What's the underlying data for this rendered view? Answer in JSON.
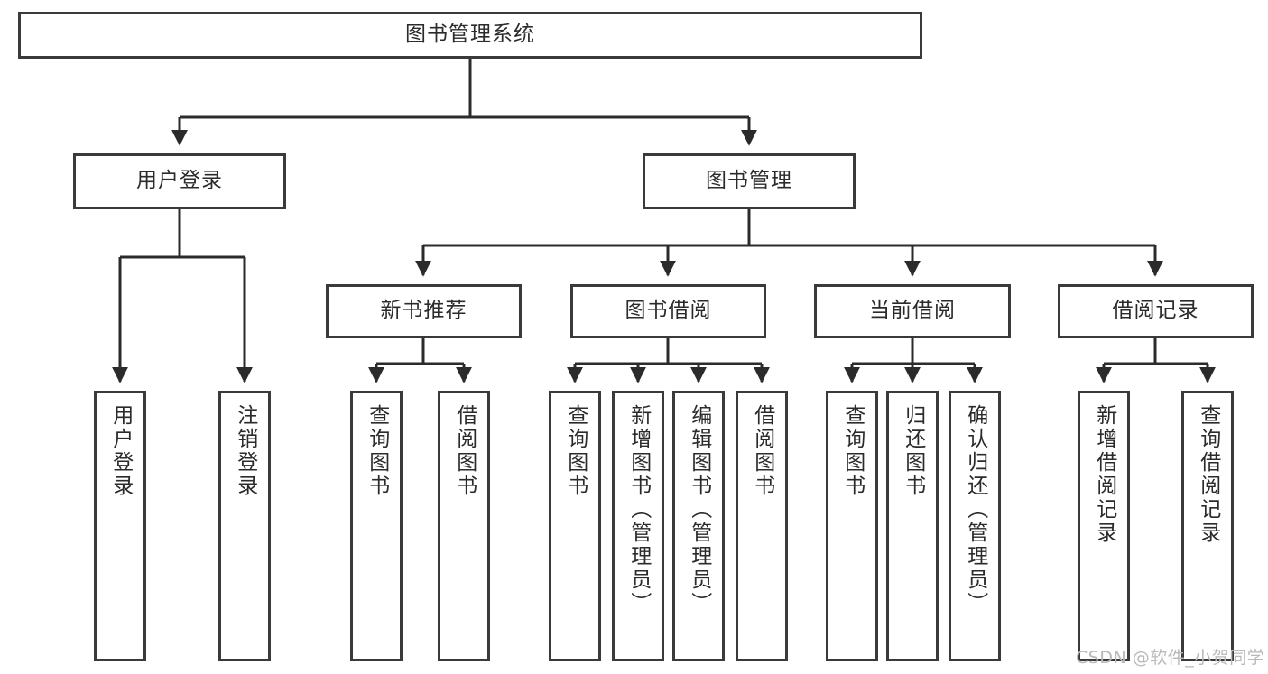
{
  "diagram": {
    "title": "图书管理系统",
    "watermark": "CSDN @软件_小贺同学",
    "colors": {
      "box_border": "#3a3a3a",
      "box_fill": "#ffffff",
      "connector": "#2b2b2b",
      "text": "#2b2b2b",
      "watermark": "#b9b9b9",
      "background": "#ffffff"
    },
    "root": {
      "label": "图书管理系统"
    },
    "level2": [
      {
        "label": "用户登录"
      },
      {
        "label": "图书管理"
      }
    ],
    "level3": [
      {
        "label": "新书推荐"
      },
      {
        "label": "图书借阅"
      },
      {
        "label": "当前借阅"
      },
      {
        "label": "借阅记录"
      }
    ],
    "leaves_user_login": [
      {
        "label": "用户登录"
      },
      {
        "label": "注销登录"
      }
    ],
    "leaves_new_book": [
      {
        "label": "查询图书"
      },
      {
        "label": "借阅图书"
      }
    ],
    "leaves_borrow": [
      {
        "label": "查询图书"
      },
      {
        "label": "新增图书（管理员）"
      },
      {
        "label": "编辑图书（管理员）"
      },
      {
        "label": "借阅图书"
      }
    ],
    "leaves_current": [
      {
        "label": "查询图书"
      },
      {
        "label": "归还图书"
      },
      {
        "label": "确认归还（管理员）"
      }
    ],
    "leaves_records": [
      {
        "label": "新增借阅记录"
      },
      {
        "label": "查询借阅记录"
      }
    ]
  }
}
